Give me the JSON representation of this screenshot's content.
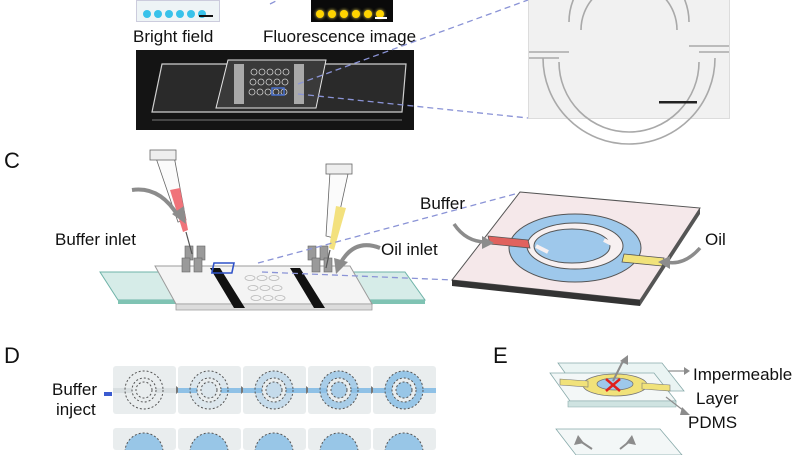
{
  "panel_b": {
    "bright_field_label": "Bright field",
    "fluorescence_label": "Fluorescence image"
  },
  "panel_c": {
    "letter": "C",
    "buffer_inlet_label": "Buffer inlet",
    "oil_inlet_label": "Oil inlet",
    "buffer_label": "Buffer",
    "oil_label": "Oil"
  },
  "panel_d": {
    "letter": "D",
    "buffer_inject_line1": "Buffer",
    "buffer_inject_line2": "inject"
  },
  "panel_e": {
    "letter": "E",
    "impermeable_line1": "Impermeable",
    "impermeable_line2": "Layer",
    "pdms_label": "PDMS"
  },
  "colors": {
    "buffer_blue": "#8fc1e6",
    "buffer_red": "#e0625e",
    "oil_yellow": "#f1e27a",
    "glass": "#bfe3dd",
    "dash": "#8a93d6",
    "arrow_gray": "#8c8c8c",
    "red_x": "#e0201c"
  }
}
